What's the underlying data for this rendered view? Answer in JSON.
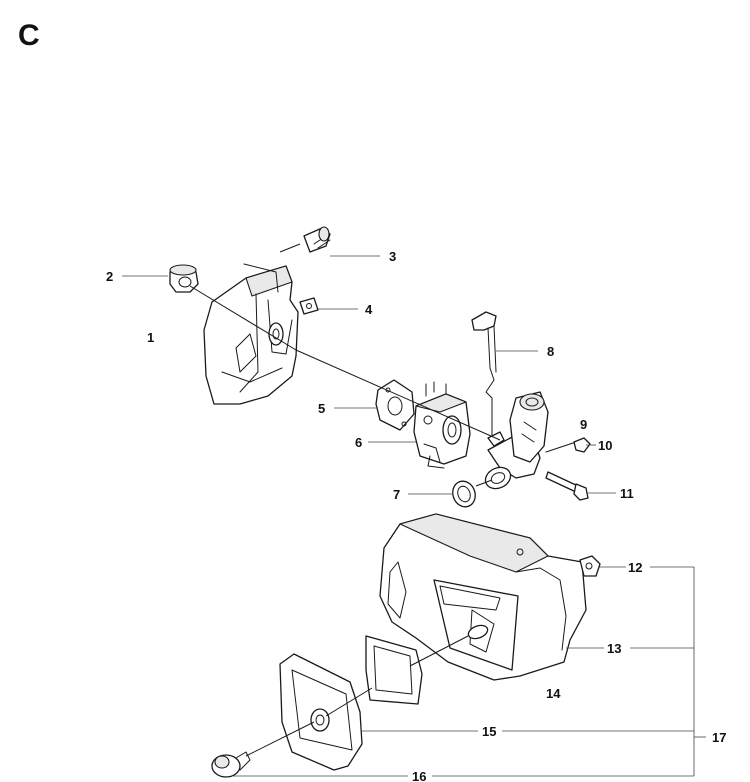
{
  "section_label": "C",
  "callouts": {
    "c1": "1",
    "c2": "2",
    "c3": "3",
    "c4": "4",
    "c5": "5",
    "c6": "6",
    "c7": "7",
    "c8": "8",
    "c9": "9",
    "c10": "10",
    "c11": "11",
    "c12": "12",
    "c13": "13",
    "c14": "14",
    "c15": "15",
    "c16": "16",
    "c17": "17"
  }
}
